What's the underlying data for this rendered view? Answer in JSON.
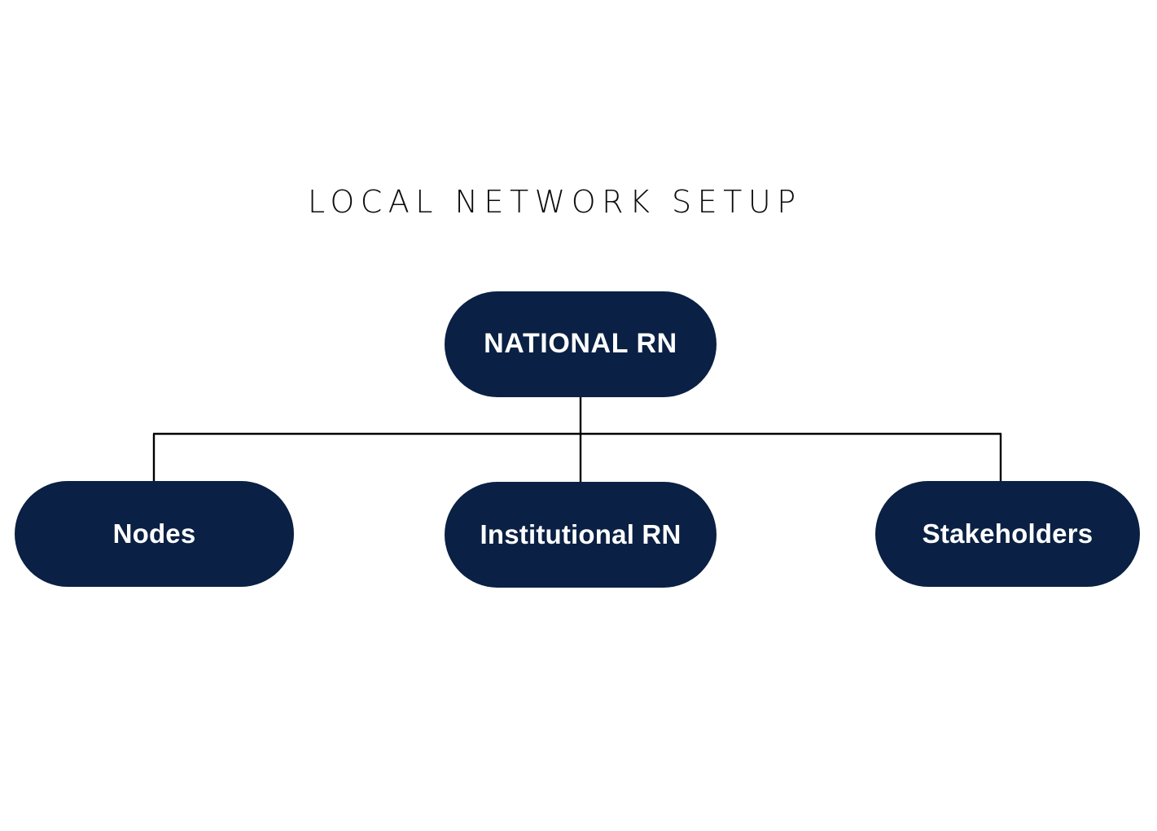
{
  "diagram": {
    "title": "LOCAL NETWORK SETUP",
    "type": "org-chart",
    "orientation": "top-down",
    "colors": {
      "node_fill": "#0a2044",
      "node_text": "#ffffff",
      "connector": "#000000",
      "title_text": "#0d0d0d",
      "background": "#ffffff"
    },
    "root": {
      "id": "national-rn",
      "label": "NATIONAL RN"
    },
    "children": [
      {
        "id": "nodes",
        "label": "Nodes"
      },
      {
        "id": "institutional-rn",
        "label": "Institutional RN"
      },
      {
        "id": "stakeholders",
        "label": "Stakeholders"
      }
    ],
    "edges": [
      {
        "from": "national-rn",
        "to": "nodes"
      },
      {
        "from": "national-rn",
        "to": "institutional-rn"
      },
      {
        "from": "national-rn",
        "to": "stakeholders"
      }
    ]
  }
}
